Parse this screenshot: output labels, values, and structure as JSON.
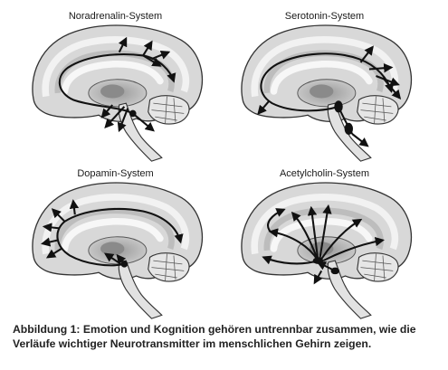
{
  "panels": [
    {
      "title": "Noradrenalin-System"
    },
    {
      "title": "Serotonin-System"
    },
    {
      "title": "Dopamin-System"
    },
    {
      "title": "Acetylcholin-System"
    }
  ],
  "caption": "Abbildung 1: Emotion und Kognition gehören untrennbar zusammen, wie die Verläufe wichtiger Neurotransmitter im menschlichen Gehirn zeigen."
}
